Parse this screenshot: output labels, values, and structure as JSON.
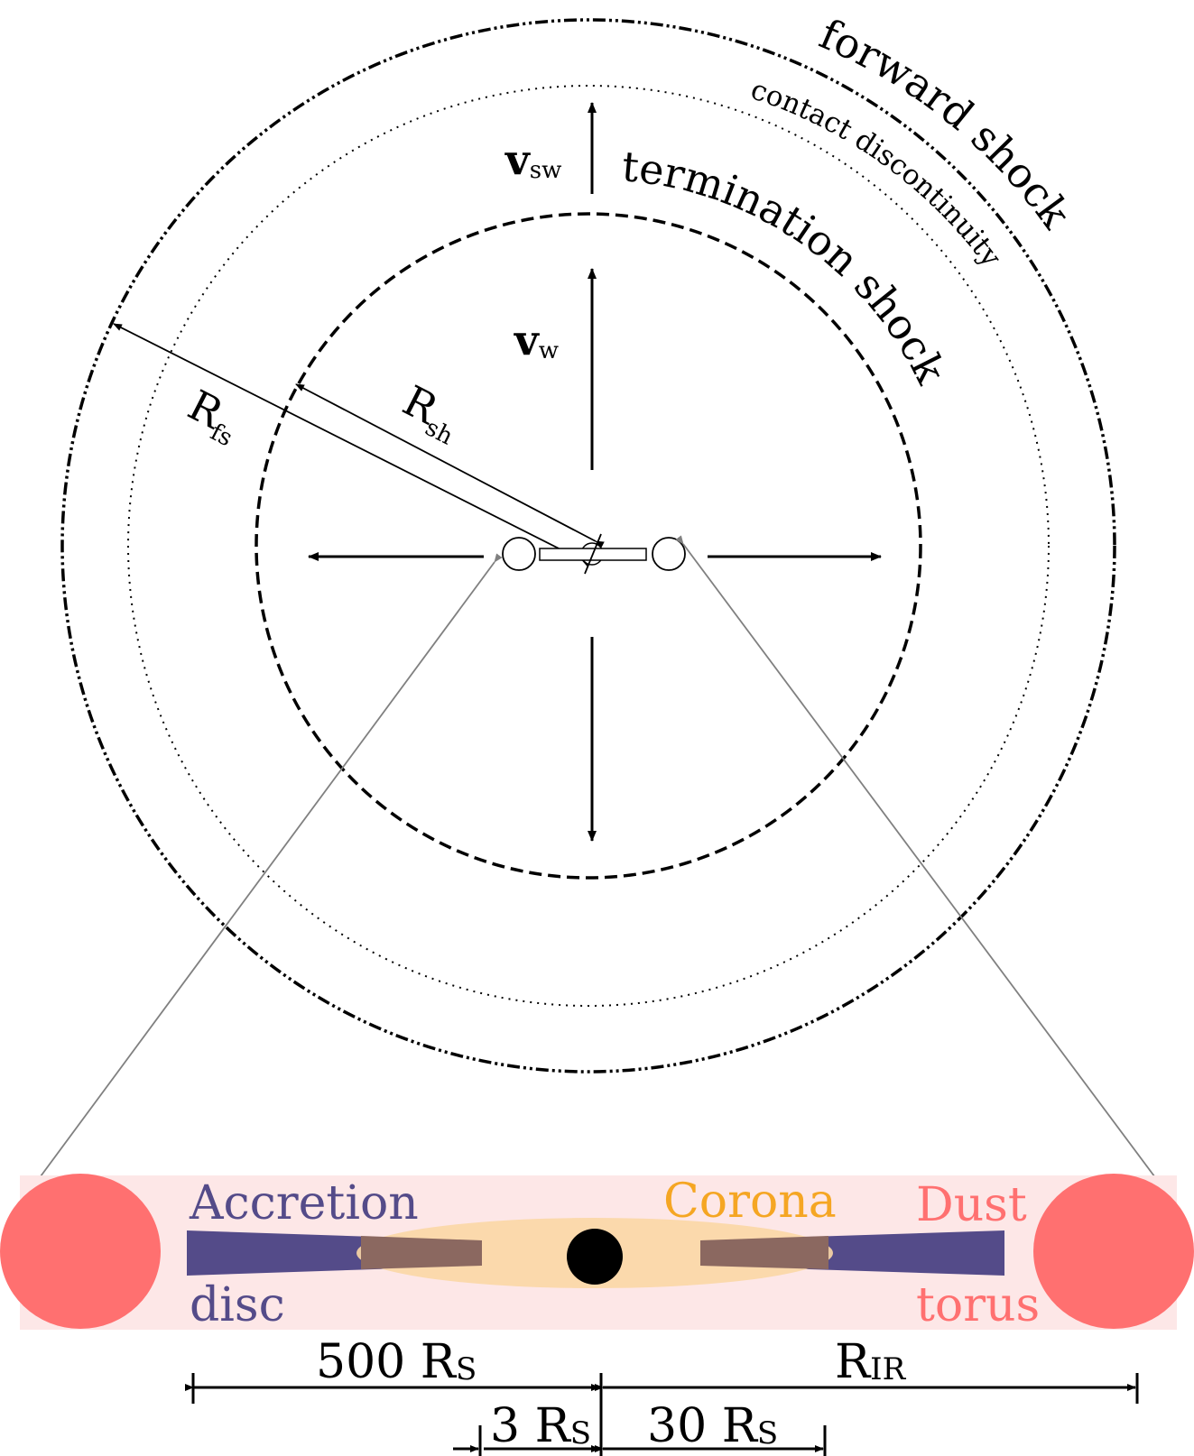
{
  "labels": {
    "forward_shock": "forward shock",
    "contact_discontinuity": "contact discontinuity",
    "termination_shock": "termination shock",
    "v_sw_main": "v",
    "v_sw_sub": "sw",
    "v_w_main": "v",
    "v_w_sub": "w",
    "r_fs_main": "R",
    "r_fs_sub": "fs",
    "r_sh_main": "R",
    "r_sh_sub": "sh",
    "accretion": "Accretion",
    "disc": "disc",
    "corona": "Corona",
    "dust": "Dust",
    "torus": "torus",
    "dim_500_num": "500 R",
    "dim_500_sub": "S",
    "dim_rir_main": "R",
    "dim_rir_sub": "IR",
    "dim_3_num": "3 R",
    "dim_3_sub": "S",
    "dim_30_num": "30 R",
    "dim_30_sub": "S"
  },
  "colors": {
    "disc": "#544b89",
    "corona": "#f5a623",
    "corona_fill": "#fbd7a5",
    "dust": "#ff7070",
    "dust_band": "#fde7e7",
    "overlap": "#8b6860",
    "black_hole": "#000000",
    "zoom_lines": "#808080"
  },
  "icons": {
    "black_hole": "filled-circle",
    "torus_blob": "filled-circle"
  }
}
